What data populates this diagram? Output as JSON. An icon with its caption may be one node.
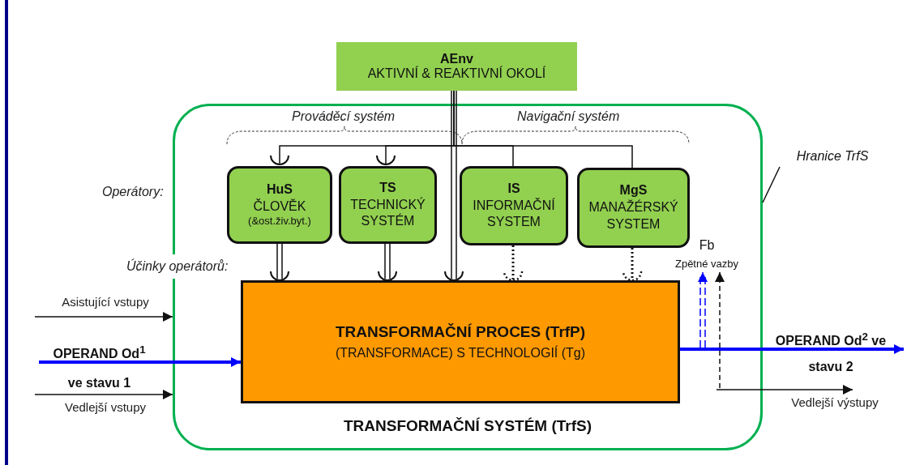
{
  "diagram": {
    "nodes": [
      {
        "text": [
          "AEnv",
          "AKTIVNÍ & REAKTIVNÍ OKOLÍ"
        ]
      },
      {
        "text": [
          "TRANSFORMAČNÍ SYSTÉM (TrfS)"
        ]
      },
      {
        "text": [
          "HuS",
          "ČLOVĚK",
          "(&ost.živ.byt.)"
        ],
        "in": 1
      },
      {
        "text": [
          "TS",
          "TECHNICKÝ SYSTÉM"
        ],
        "in": 1
      },
      {
        "text": [
          "IS",
          "INFORMAČNÍ SYSTEM"
        ],
        "in": 1
      },
      {
        "text": [
          "MgS",
          "MANAŽÉRSKÝ SYSTEM"
        ],
        "in": 1
      },
      {
        "text": [
          "TRANSFORMAČNÍ PROCES (TrfP)",
          "(TRANSFORMACE) S TECHNOLOGIÍ (Tg)"
        ],
        "in": 1
      },
      {
        "text": [
          "Fb",
          "Zpětné vazby"
        ],
        "in": 1
      },
      {
        "text": [
          "Hranice TrfS"
        ]
      }
    ],
    "edges": [
      {
        "from": 0,
        "to": 6,
        "arrow": "other"
      },
      {
        "from": 0,
        "to": 2,
        "arrow": "other"
      },
      {
        "from": 0,
        "to": 3,
        "arrow": "other"
      },
      {
        "from": 0,
        "to": 4,
        "arrow": "none"
      },
      {
        "from": 0,
        "to": 5,
        "arrow": "none"
      },
      {
        "from": 2,
        "to": 6,
        "arrow": "other"
      },
      {
        "from": 3,
        "to": 6,
        "arrow": "other"
      },
      {
        "from": 4,
        "to": 6,
        "arrow": "other",
        "style": "dashed"
      },
      {
        "from": 5,
        "to": 6,
        "arrow": "other",
        "style": "dashed"
      },
      {
        "from": null,
        "to": 1,
        "arrow": "to",
        "label": "Asistující vstupy"
      },
      {
        "from": null,
        "to": 6,
        "arrow": "to",
        "label": "OPERAND Od$^{1}$ ve stavu 1",
        "style": "thick",
        "color": "#0000ff"
      },
      {
        "from": null,
        "to": 1,
        "arrow": "to",
        "label": "Vedlejší vstupy"
      },
      {
        "from": 6,
        "to": null,
        "arrow": "to",
        "label": "OPERAND Od$^{2}$ ve stavu 2",
        "style": "thick",
        "color": "#0000ff"
      },
      {
        "from": 1,
        "to": null,
        "arrow": "to",
        "label": "Vedlejší výstupy"
      },
      {
        "from": null,
        "to": 7,
        "arrow": "to",
        "style": "dashed",
        "color": "#0000ff"
      },
      {
        "from": null,
        "to": 7,
        "arrow": "to",
        "style": "dashed"
      },
      {
        "from": 8,
        "to": 1,
        "arrow": "none"
      }
    ],
    "labels": [
      "Prováděcí systém",
      "Navigační systém",
      "Operátory:",
      "Účinky operátorů:"
    ]
  }
}
